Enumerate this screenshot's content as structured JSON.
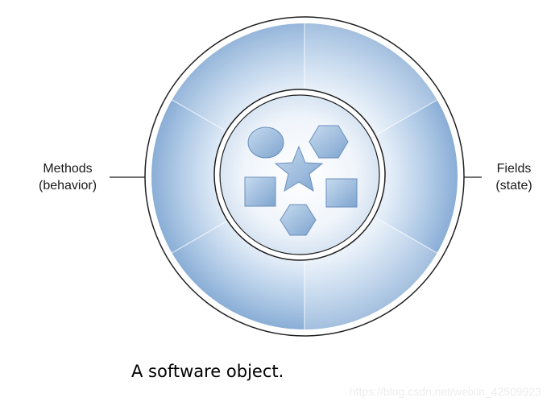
{
  "labels": {
    "methods_line1": "Methods",
    "methods_line2": "(behavior)",
    "fields_line1": "Fields",
    "fields_line2": "(state)"
  },
  "caption": "A software object.",
  "watermark": "https://blog.csdn.net/weixin_42509923",
  "colors": {
    "ring_light": "#cfe0f1",
    "ring_dark": "#8fb2d9",
    "shape_fill": "#9fc0e3",
    "shape_stroke": "#5e84b3",
    "outline": "#1f1f1f"
  }
}
